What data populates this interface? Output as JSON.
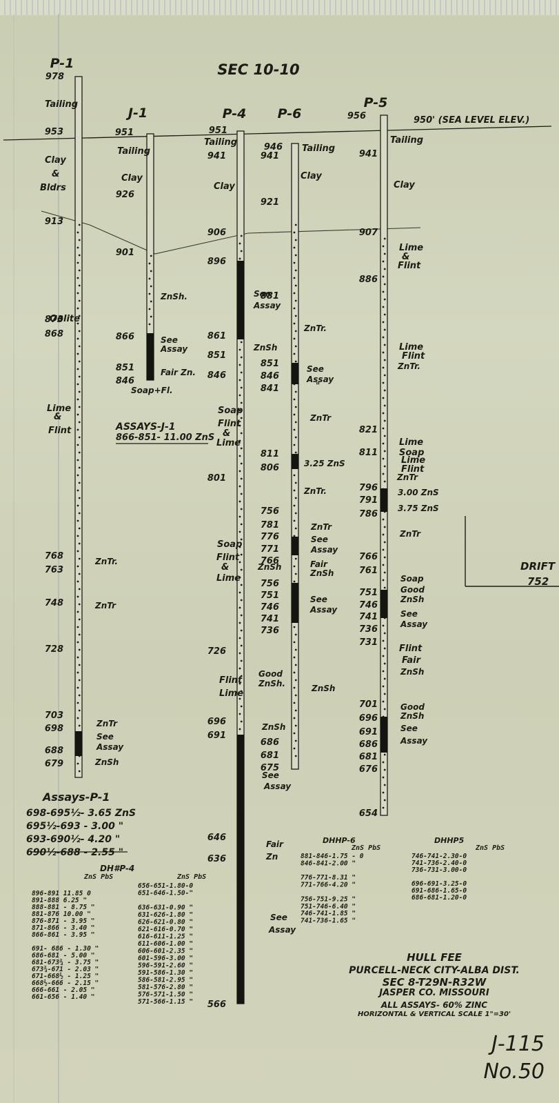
{
  "title": "SEC 10-10",
  "sea_level_label": "950' (SEA LEVEL ELEV.)",
  "drift": {
    "label": "DRIFT",
    "value": "752"
  },
  "holes": [
    {
      "id": "P-1",
      "name": "P-1",
      "collar": "978",
      "labels": [
        "953",
        "913",
        "873",
        "868",
        "768",
        "763",
        "748",
        "728",
        "703",
        "698",
        "688",
        "679"
      ],
      "strata": [
        "Tailing",
        "Clay",
        "&",
        "Bldrs",
        "Oolite",
        "Lime",
        "&",
        "Flint"
      ],
      "notes": [
        "ZnTr.",
        "ZnTr",
        "ZnTr",
        "See",
        "Assay",
        "ZnSh"
      ]
    },
    {
      "id": "J-1",
      "name": "J-1",
      "collar": "951",
      "labels": [
        "926",
        "901",
        "866",
        "851",
        "846"
      ],
      "strata": [
        "Tailing",
        "Clay"
      ],
      "notes": [
        "ZnSh.",
        "See",
        "Assay",
        "Fair Zn.",
        "Soap+Fl."
      ]
    },
    {
      "id": "P-4",
      "name": "P-4",
      "collar": "951",
      "labels": [
        "941",
        "906",
        "896",
        "861",
        "851",
        "846",
        "801",
        "726",
        "696",
        "691",
        "646",
        "636",
        "566"
      ],
      "strata": [
        "Tailing",
        "Clay",
        "Soap",
        "Flint",
        "&",
        "Lime",
        "Soap",
        "Flint",
        "&",
        "Lime",
        "Flint",
        "Lime"
      ],
      "notes": [
        "See",
        "Assay",
        "ZnSh",
        "ZnSh",
        "Good",
        "ZnSh.",
        "ZnSh",
        "See",
        "Assay",
        "Fair",
        "Zn",
        "See",
        "Assay"
      ]
    },
    {
      "id": "P-6",
      "name": "P-6",
      "collar": "946",
      "labels": [
        "941",
        "921",
        "881",
        "851",
        "846",
        "841",
        "811",
        "806",
        "756",
        "781",
        "776",
        "771",
        "766",
        "756",
        "751",
        "746",
        "741",
        "736",
        "686",
        "681",
        "675"
      ],
      "strata": [
        "Tailing",
        "Clay"
      ],
      "notes": [
        "ZnTr.",
        "See",
        "Assay",
        "\"",
        "ZnTr",
        "3.25 ZnS",
        "ZnTr.",
        "ZnTr",
        "See",
        "Assay",
        "Fair",
        "ZnSh",
        "See",
        "Assay",
        "ZnSh"
      ]
    },
    {
      "id": "P-5",
      "name": "P-5",
      "collar": "956",
      "labels": [
        "941",
        "907",
        "886",
        "821",
        "811",
        "796",
        "791",
        "786",
        "766",
        "761",
        "751",
        "746",
        "741",
        "736",
        "731",
        "701",
        "696",
        "691",
        "686",
        "681",
        "676",
        "654"
      ],
      "strata": [
        "Tailing",
        "Clay",
        "Lime",
        "&",
        "Flint",
        "Lime",
        "Flint",
        "Lime",
        "Soap",
        "Lime",
        "Flint",
        "Flint",
        "Fair"
      ],
      "notes": [
        "ZnTr.",
        "ZnTr",
        "3.00 ZnS",
        "3.75 ZnS",
        "ZnTr",
        "Soap",
        "Good",
        "ZnSh",
        "See",
        "Assay",
        "ZnSh",
        "Good",
        "ZnSh",
        "See",
        "Assay"
      ]
    }
  ],
  "assays_j1": {
    "title": "ASSAYS-J-1",
    "line": "866-851- 11.00 ZnS"
  },
  "assays_p1": {
    "title": "Assays-P-1",
    "lines": [
      "698-695½- 3.65 ZnS",
      "695½-693 - 3.00 \"",
      "693-690½- 4.20 \"",
      "690½-688 - 2.55 \""
    ]
  },
  "dhp4": {
    "title": "DH#P-4",
    "head": "ZnS  PbS",
    "col1": [
      "896-891   11.85  0",
      "891-888    6.25  \"",
      "888-881  - 8.75  \"",
      "881-876   10.00  \"",
      "876-871  - 3.95  \"",
      "871-866  - 3.40  \"",
      "866-861  - 3.95  \"",
      "",
      "691- 686 - 1.30  \"",
      "686-681  - 5.00  \"",
      "681-673¾ - 3.75  \"",
      "673¾-671 - 2.03  \"",
      "671-668½ - 1.25  \"",
      "668½-666 - 2.15  \"",
      "666-661  - 2.05  \"",
      "661-656  - 1.40  \""
    ],
    "col2": [
      "656-651-1.80-0",
      "651-646-1.50-\"",
      "",
      "636-631-0.90 \"",
      "631-626-1.80 \"",
      "626-621-0.80 \"",
      "621-616-0.70 \"",
      "616-611-1.25 \"",
      "611-606-1.00 \"",
      "606-601-2.35 \"",
      "601-596-3.00 \"",
      "596-591-2.60 \"",
      "591-586-1.30 \"",
      "586-581-2.95 \"",
      "581-576-2.80 \"",
      "576-571-1.50 \"",
      "571-566-1.15 \""
    ]
  },
  "dhp6": {
    "title": "DHHP-6",
    "head": "ZnS  PbS",
    "lines": [
      "881-846-1.75 - 0",
      "846-841-2.00  \"",
      "",
      "776-771-8.31  \"",
      "771-766-4.20  \"",
      "",
      "756-751-9.25  \"",
      "751-746-6.40  \"",
      "746-741-1.85  \"",
      "741-736-1.65  \""
    ]
  },
  "dhp5": {
    "title": "DHHP5",
    "head": "ZnS  PbS",
    "lines": [
      "746-741-2.30-0",
      "741-736-2.40-0",
      "736-731-3.00-0",
      "",
      "696-691-3.25-0",
      "691-686-1.65-0",
      "686-681-1.20-0"
    ]
  },
  "footer": [
    "HULL FEE",
    "PURCELL-NECK CITY-ALBA DIST.",
    "SEC 8-T29N-R32W",
    "JASPER CO. MISSOURI",
    "ALL ASSAYS- 60% ZINC",
    "HORIZONTAL & VERTICAL SCALE 1\"=30'"
  ],
  "sheet_id": [
    "J-115",
    "No.50"
  ]
}
